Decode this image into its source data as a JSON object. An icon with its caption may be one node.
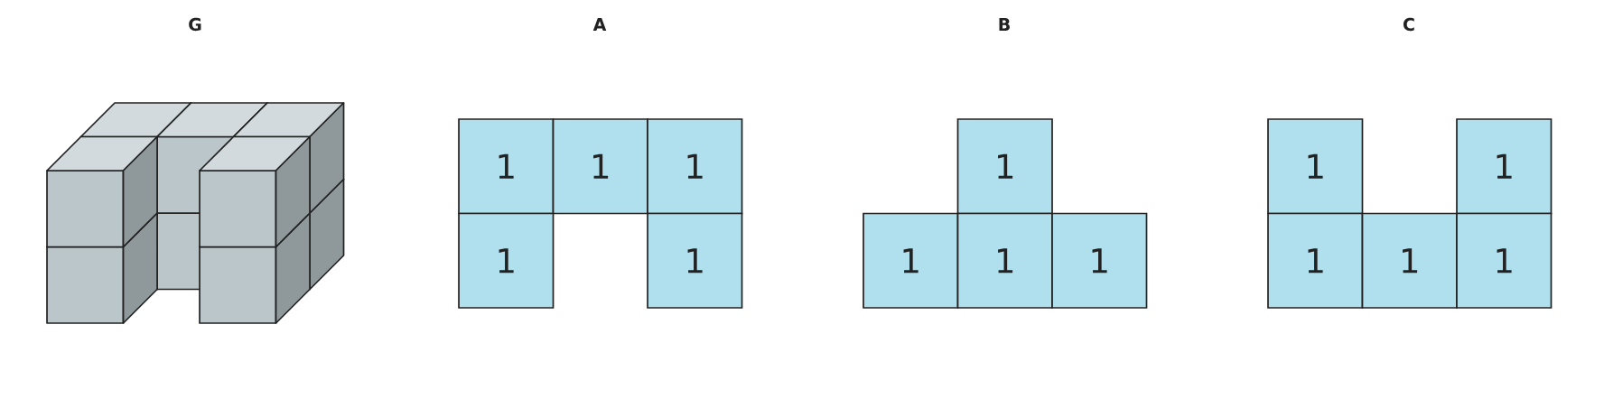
{
  "diagram": {
    "nodes": [
      {
        "text": [
          "1"
        ]
      },
      {
        "text": [
          "1"
        ]
      },
      {
        "text": [
          "1"
        ]
      },
      {
        "text": [
          "1"
        ]
      },
      {
        "text": [
          "1"
        ]
      },
      {
        "text": [
          "1"
        ]
      },
      {
        "text": [
          "1"
        ]
      },
      {
        "text": [
          "1"
        ]
      },
      {
        "text": [
          "1"
        ]
      },
      {
        "text": [
          "1"
        ]
      },
      {
        "text": [
          "1"
        ]
      },
      {
        "text": [
          "1"
        ]
      },
      {
        "text": [
          "1"
        ]
      },
      {
        "text": [
          "1"
        ]
      }
    ],
    "labels": [
      "G",
      "A",
      "B",
      "C"
    ]
  }
}
